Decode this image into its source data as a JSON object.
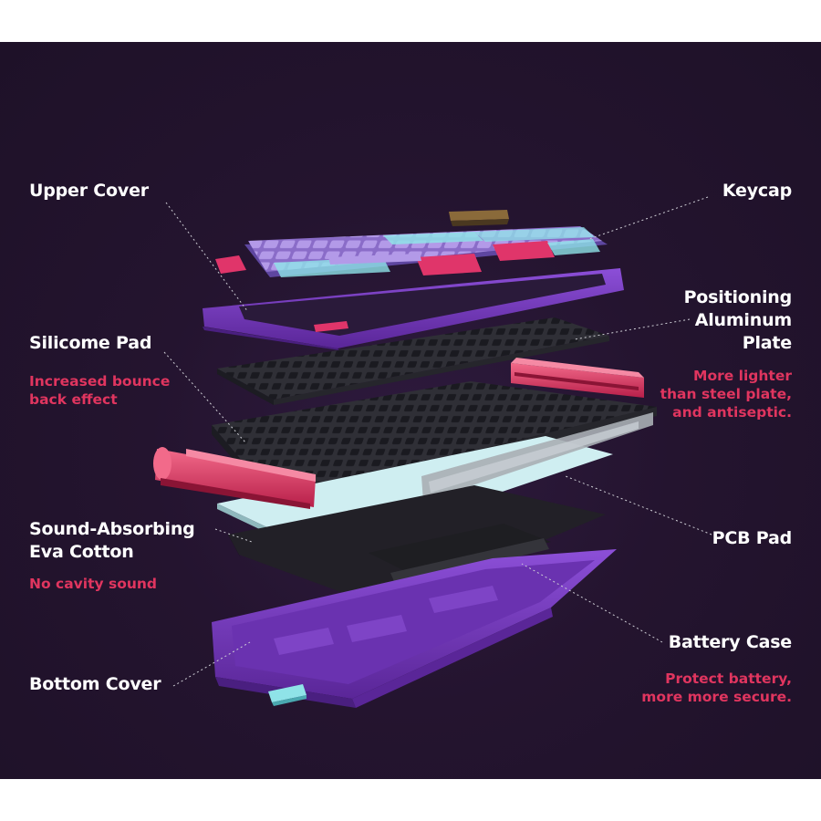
{
  "labels": {
    "upper_cover": "Upper Cover",
    "keycap": "Keycap",
    "silicone_pad": {
      "title": "Silicome Pad",
      "desc": [
        "Increased bounce",
        "back effect"
      ]
    },
    "positioning_plate": {
      "title": [
        "Positioning",
        "Aluminum",
        "Plate"
      ],
      "desc": [
        "More lighter",
        "than steel plate,",
        "and antiseptic."
      ]
    },
    "eva_cotton": {
      "title": [
        "Sound-Absorbing",
        "Eva Cotton"
      ],
      "desc": "No cavity sound"
    },
    "pcb_pad": "PCB Pad",
    "battery_case": {
      "title": "Battery Case",
      "desc": [
        "Protect battery,",
        "more more secure."
      ]
    },
    "bottom_cover": "Bottom Cover"
  },
  "colors": {
    "background": "#24142f",
    "label_text": "#ffffff",
    "accent_text": "#e0355f",
    "case_purple": "#7a3cc4",
    "keycap_lavender": "#a88be0",
    "keycap_cyan": "#8fe3e8",
    "keycap_pink": "#e0356a",
    "plate_dark": "#3a3a42",
    "pcb_pad_mint": "#d6f0f2"
  }
}
